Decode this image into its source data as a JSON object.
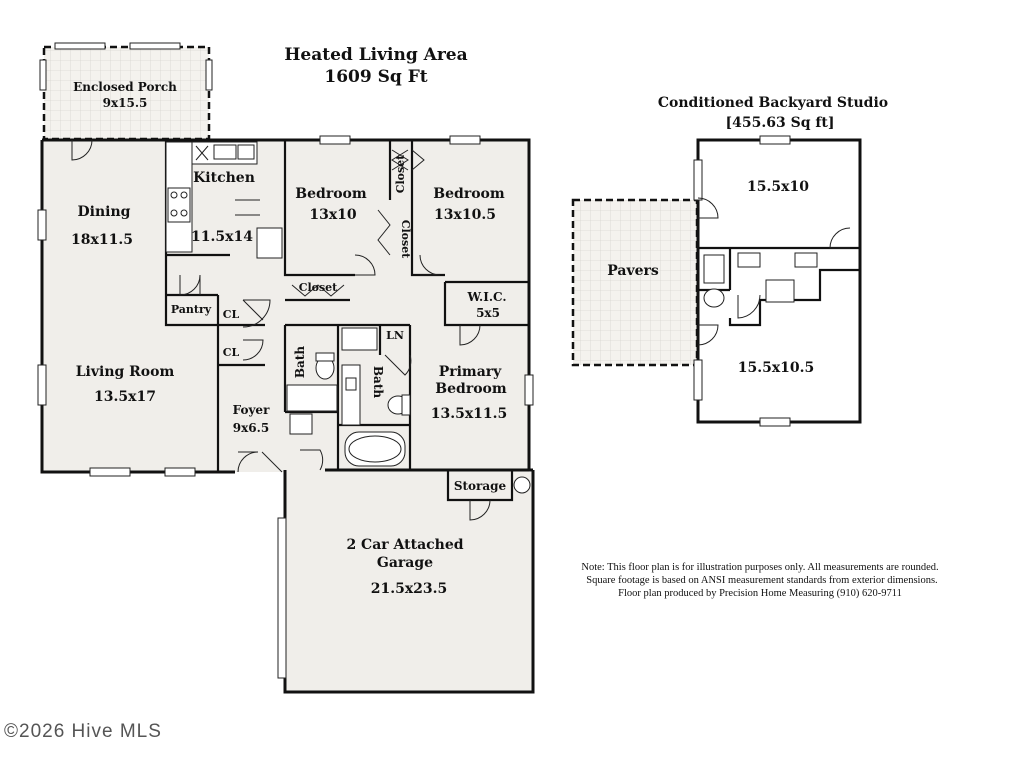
{
  "main_plan": {
    "title": "Heated Living Area",
    "area": "1609 Sq Ft"
  },
  "studio": {
    "title": "Conditioned Backyard Studio",
    "area": "[455.63 Sq ft]",
    "rooms": [
      {
        "id": "studio_a",
        "dims": "15.5x10"
      },
      {
        "id": "studio_b",
        "dims": "15.5x10.5"
      },
      {
        "id": "pavers",
        "name": "Pavers"
      }
    ]
  },
  "rooms": {
    "enclosed_porch": {
      "name": "Enclosed Porch",
      "dims": "9x15.5"
    },
    "kitchen": {
      "name": "Kitchen",
      "dims": "11.5x14"
    },
    "dining": {
      "name": "Dining",
      "dims": "18x11.5"
    },
    "bedroom1": {
      "name": "Bedroom",
      "dims": "13x10"
    },
    "bedroom2": {
      "name": "Bedroom",
      "dims": "13x10.5"
    },
    "closet_a": {
      "name": "Closet"
    },
    "closet_b": {
      "name": "Closet"
    },
    "closet_c": {
      "name": "Closet"
    },
    "pantry": {
      "name": "Pantry"
    },
    "cl1": {
      "name": "CL"
    },
    "cl2": {
      "name": "CL"
    },
    "ln": {
      "name": "LN"
    },
    "wic": {
      "name": "W.I.C.",
      "dims": "5x5"
    },
    "bath1": {
      "name": "Bath"
    },
    "bath2": {
      "name": "Bath"
    },
    "living_room": {
      "name": "Living Room",
      "dims": "13.5x17"
    },
    "foyer": {
      "name": "Foyer",
      "dims": "9x6.5"
    },
    "primary_bedroom": {
      "name_line1": "Primary",
      "name_line2": "Bedroom",
      "dims": "13.5x11.5"
    },
    "storage": {
      "name": "Storage"
    },
    "garage": {
      "name_line1": "2 Car Attached",
      "name_line2": "Garage",
      "dims": "21.5x23.5"
    }
  },
  "note": {
    "line1": "Note: This floor plan is for illustration purposes only. All measurements are rounded.",
    "line2": "Square footage is based on ANSI measurement standards from exterior dimensions.",
    "line3": "Floor plan produced by Precision Home Measuring (910) 620-9711"
  },
  "watermark": "©2026 Hive MLS"
}
